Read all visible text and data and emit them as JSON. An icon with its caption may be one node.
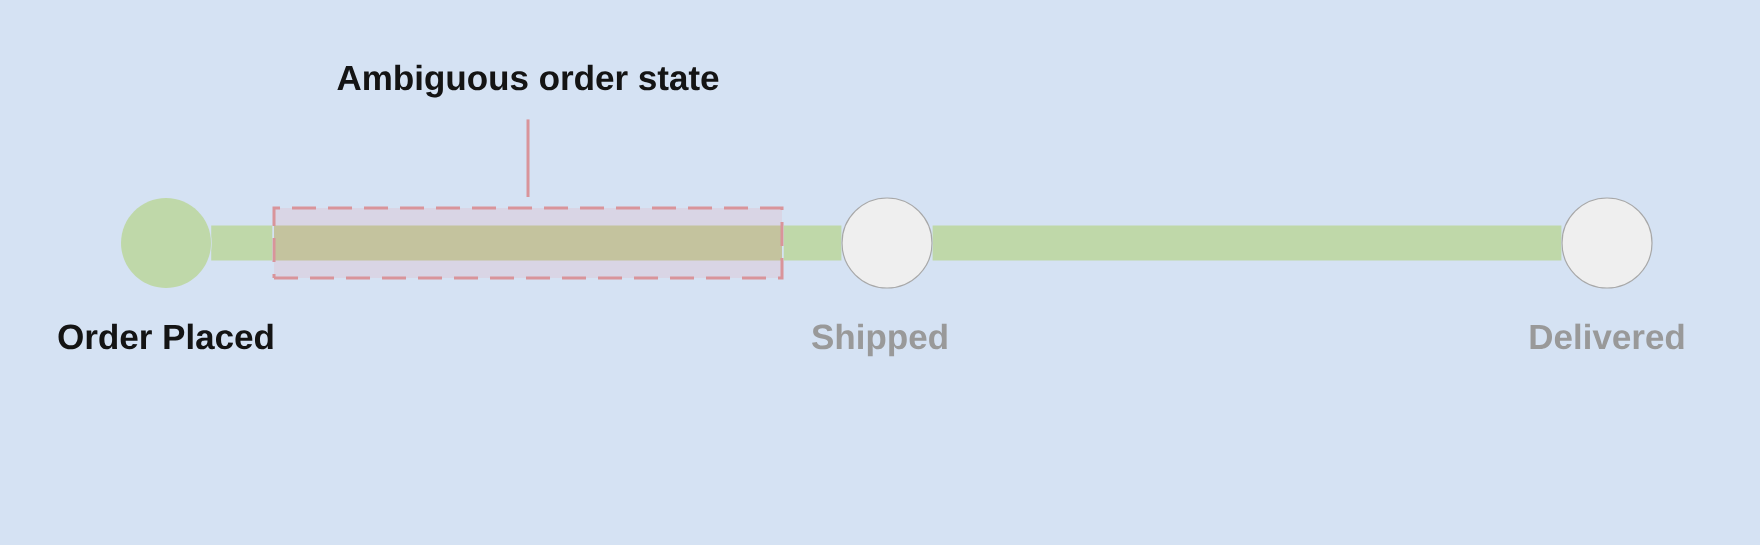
{
  "diagram": {
    "nodes": [
      {
        "text": [
          "Ambiguous order state"
        ]
      },
      {
        "text": [
          "Order Placed"
        ]
      },
      {
        "text": [],
        "shape": "box"
      },
      {
        "text": [
          "Shipped"
        ]
      },
      {
        "text": [
          "Delivered"
        ]
      }
    ],
    "edges": [
      {
        "from": 0,
        "to": 2,
        "arrow": "none",
        "color": "#d9949a"
      },
      {
        "from": 1,
        "to": 2,
        "arrow": "none"
      },
      {
        "from": 2,
        "to": 3,
        "arrow": "none"
      },
      {
        "from": 3,
        "to": 4,
        "arrow": "none"
      }
    ]
  }
}
